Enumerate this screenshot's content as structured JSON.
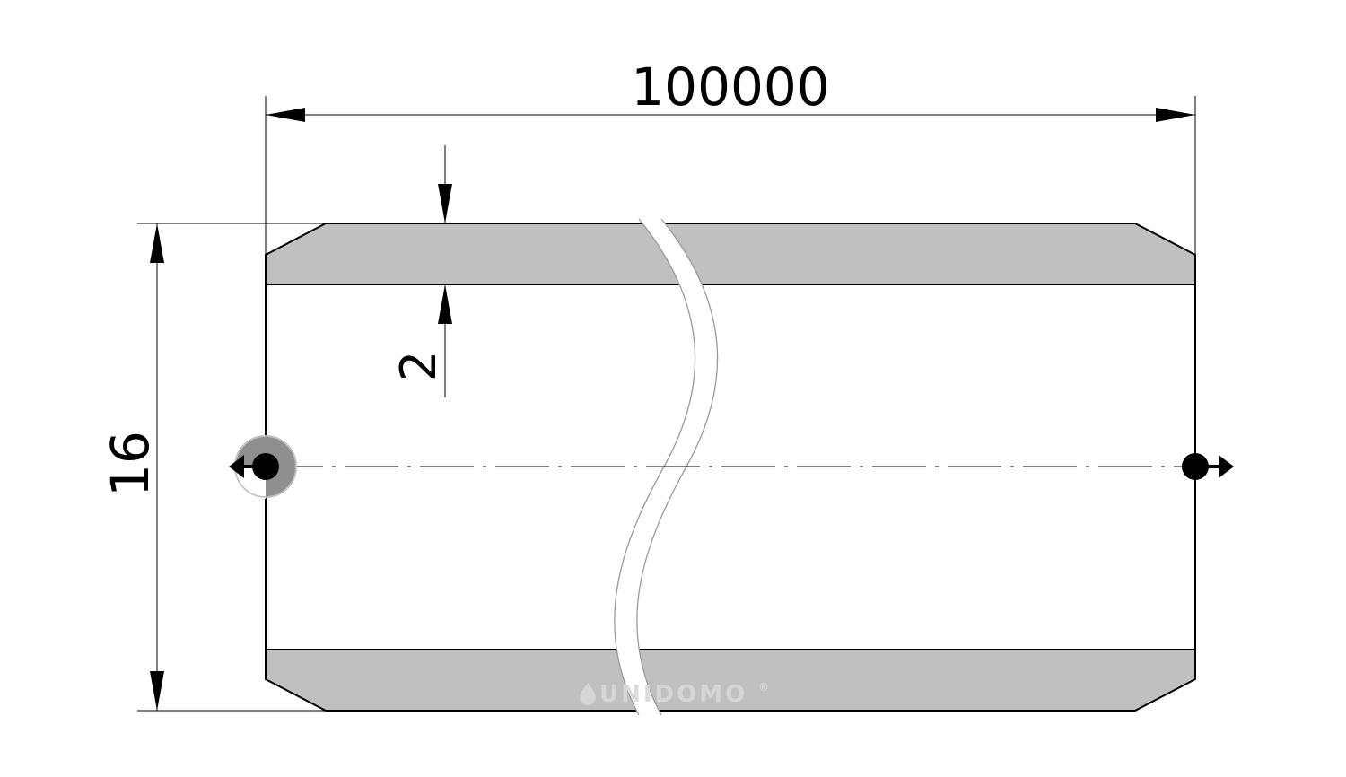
{
  "dimensions": {
    "length": "100000",
    "wall_thickness": "2",
    "outer_diameter": "16"
  },
  "watermark": {
    "brand": "UNIDOMO",
    "registered_mark": "®",
    "icon": "water-drop-icon"
  },
  "colors": {
    "wall_fill": "#c0c0c0",
    "outline": "#000000",
    "background": "#ffffff",
    "watermark": "#d9d9d9",
    "port_marker_halo": "#8f8f8f"
  }
}
